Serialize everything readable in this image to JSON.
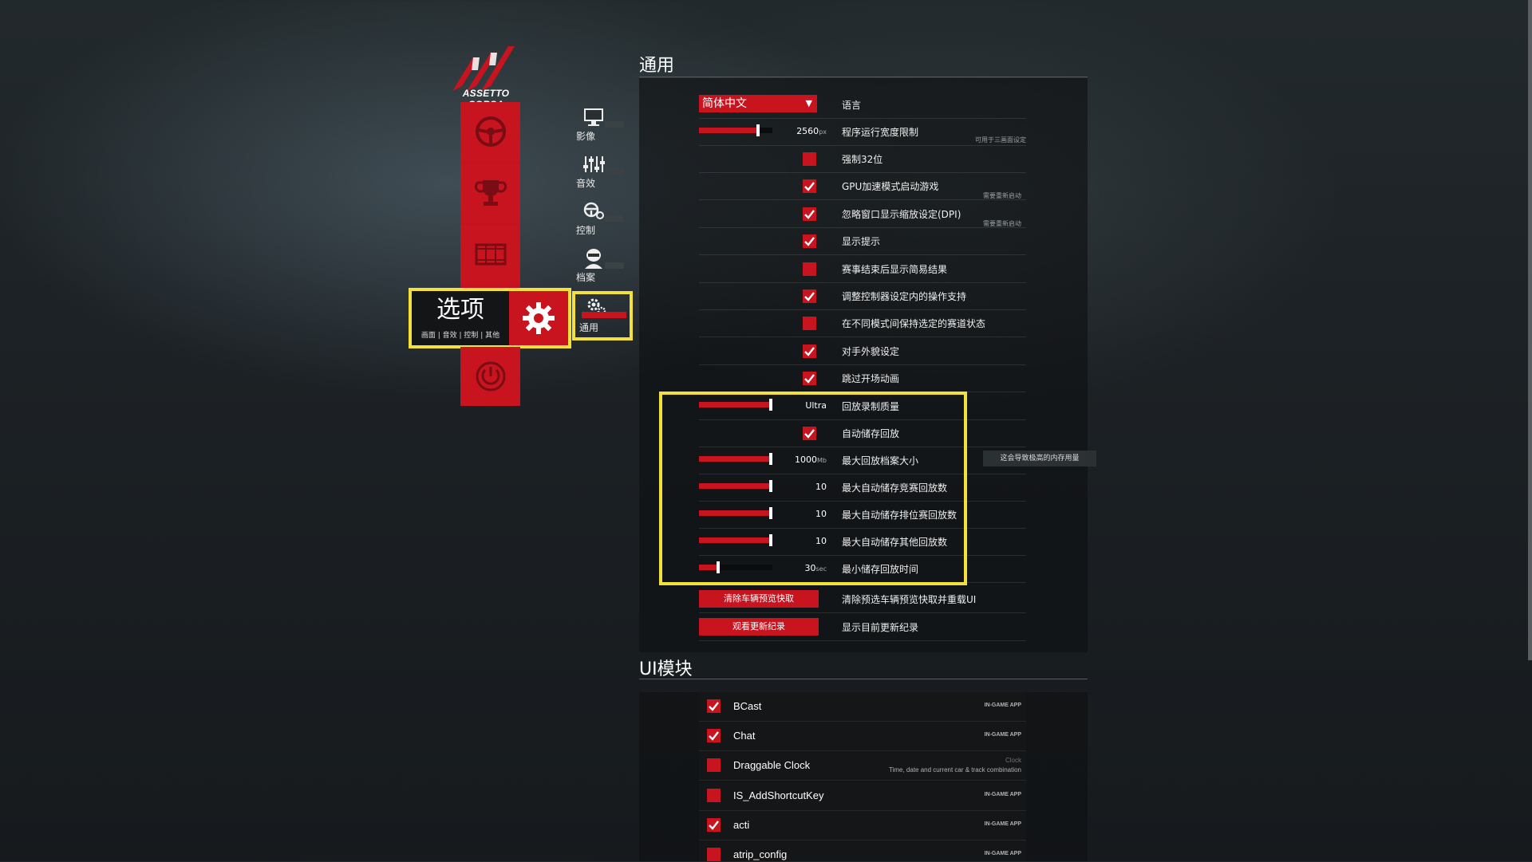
{
  "logo_text": "ASSETTO CORSA",
  "options_tile": {
    "title": "选项",
    "subtitle": "画面 | 音效 | 控制 | 其他"
  },
  "subnav": [
    {
      "label": "影像",
      "icon": "monitor-icon"
    },
    {
      "label": "音效",
      "icon": "equalizer-icon"
    },
    {
      "label": "控制",
      "icon": "steering-wheel-icon"
    },
    {
      "label": "档案",
      "icon": "driver-helmet-icon"
    },
    {
      "label": "通用",
      "icon": "gears-icon",
      "active": true
    }
  ],
  "general": {
    "title": "通用",
    "language": {
      "value": "简体中文",
      "label": "语言"
    },
    "width_limit": {
      "value": "2560",
      "unit": "px",
      "label": "程序运行宽度限制",
      "note": "可用于三画面设定",
      "fraction": 0.82
    },
    "toggles": [
      {
        "label": "强制32位",
        "checked": false,
        "note": ""
      },
      {
        "label": "GPU加速模式启动游戏",
        "checked": true,
        "note": "需要重新启动"
      },
      {
        "label": "忽略窗口显示缩放设定(DPI)",
        "checked": true,
        "note": "需要重新启动"
      },
      {
        "label": "显示提示",
        "checked": true,
        "note": ""
      },
      {
        "label": "赛事结束后显示简易结果",
        "checked": false,
        "note": ""
      },
      {
        "label": "调整控制器设定内的操作支持",
        "checked": true,
        "note": ""
      },
      {
        "label": "在不同模式间保持选定的赛道状态",
        "checked": false,
        "note": ""
      },
      {
        "label": "对手外貌设定",
        "checked": true,
        "note": ""
      },
      {
        "label": "跳过开场动画",
        "checked": true,
        "note": ""
      }
    ],
    "replay_quality": {
      "value": "Ultra",
      "label": "回放录制质量",
      "fraction": 1.0
    },
    "auto_save_replay": {
      "label": "自动储存回放",
      "checked": true
    },
    "max_replay_size": {
      "value": "1000",
      "unit": "Mb",
      "label": "最大回放档案大小",
      "fraction": 1.0,
      "tooltip": "这会导致极高的内存用量"
    },
    "max_race_replays": {
      "value": "10",
      "label": "最大自动储存竞赛回放数",
      "fraction": 1.0
    },
    "max_quali_replays": {
      "value": "10",
      "label": "最大自动储存排位赛回放数",
      "fraction": 1.0
    },
    "max_other_replays": {
      "value": "10",
      "label": "最大自动储存其他回放数",
      "fraction": 1.0
    },
    "min_replay_time": {
      "value": "30",
      "unit": "sec",
      "label": "最小储存回放时间",
      "fraction": 0.25
    },
    "clear_cache": {
      "button": "清除车辆预览快取",
      "label": "清除预选车辆预览快取并重载UI"
    },
    "changelog": {
      "button": "观看更新纪录",
      "label": "显示目前更新纪录"
    }
  },
  "ui_modules": {
    "title": "UI模块",
    "apps": [
      {
        "name": "BCast",
        "checked": true,
        "tag": "IN-GAME APP",
        "category": "",
        "desc": ""
      },
      {
        "name": "Chat",
        "checked": true,
        "tag": "IN-GAME APP",
        "category": "",
        "desc": ""
      },
      {
        "name": "Draggable Clock",
        "checked": false,
        "tag": "",
        "category": "Clock",
        "desc": "Time, date and current car & track combination"
      },
      {
        "name": "IS_AddShortcutKey",
        "checked": false,
        "tag": "IN-GAME APP",
        "category": "",
        "desc": ""
      },
      {
        "name": "acti",
        "checked": true,
        "tag": "IN-GAME APP",
        "category": "",
        "desc": ""
      },
      {
        "name": "atrip_config",
        "checked": false,
        "tag": "IN-GAME APP",
        "category": "",
        "desc": ""
      }
    ]
  },
  "colors": {
    "accent": "#c8141f",
    "highlight": "#f4e03a"
  }
}
